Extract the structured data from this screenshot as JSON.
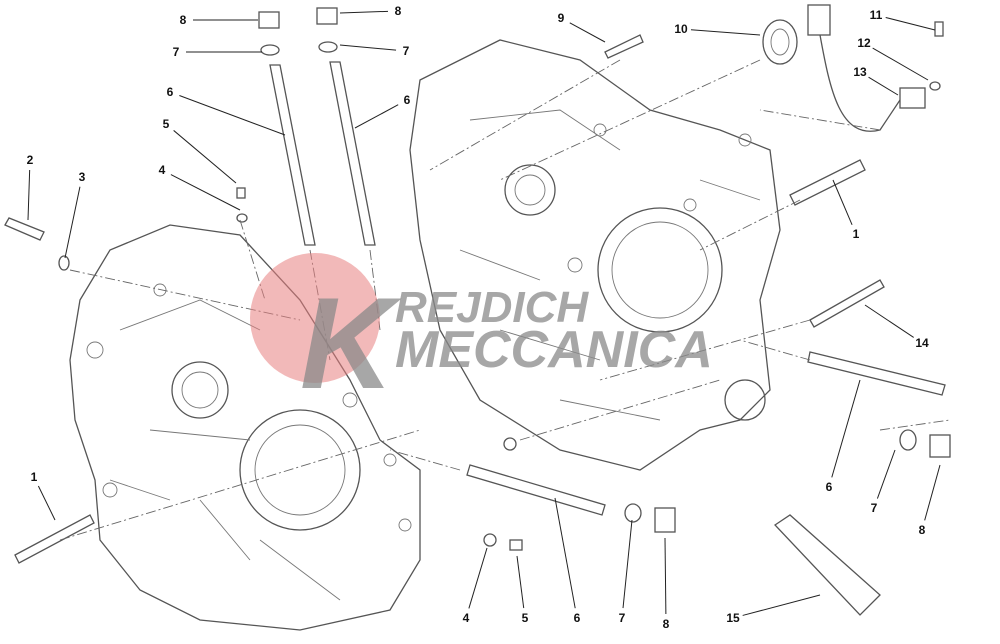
{
  "diagram": {
    "title": "Crankcase halves exploded parts diagram",
    "callouts": [
      "8",
      "7",
      "6",
      "5",
      "4",
      "2",
      "3",
      "8",
      "7",
      "6",
      "9",
      "10",
      "11",
      "12",
      "13",
      "1",
      "14",
      "1",
      "6",
      "7",
      "8",
      "4",
      "5",
      "6",
      "7",
      "8",
      "15"
    ]
  },
  "watermark": {
    "line1": "REJDICH",
    "line2": "MECCANICA",
    "logo_letter": "K",
    "color": "#e88080"
  }
}
